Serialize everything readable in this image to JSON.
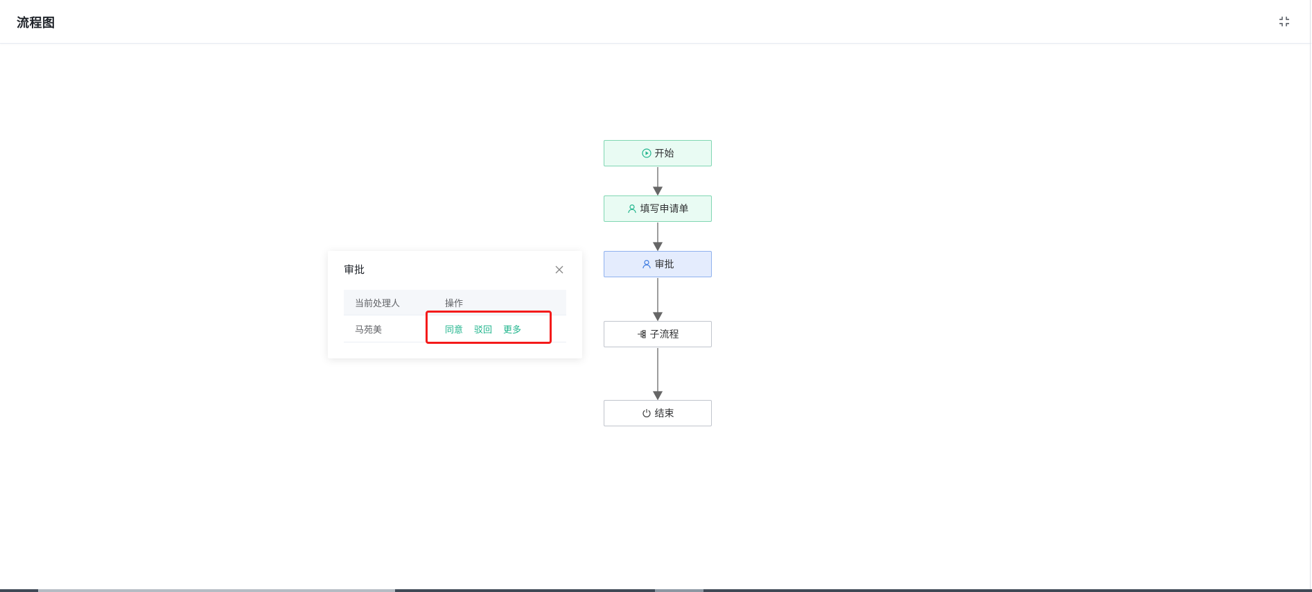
{
  "header": {
    "title": "流程图",
    "fullscreen_icon": "fullscreen-exit-icon"
  },
  "flow": {
    "nodes": [
      {
        "id": "start",
        "label": "开始",
        "icon": "play-circle-icon",
        "status": "done"
      },
      {
        "id": "fill-form",
        "label": "填写申请单",
        "icon": "user-icon",
        "status": "done"
      },
      {
        "id": "approve",
        "label": "审批",
        "icon": "user-icon",
        "status": "active"
      },
      {
        "id": "subprocess",
        "label": "子流程",
        "icon": "subprocess-icon",
        "status": "pending"
      },
      {
        "id": "end",
        "label": "结束",
        "icon": "power-icon",
        "status": "pending"
      }
    ]
  },
  "panel": {
    "title": "审批",
    "columns": [
      "当前处理人",
      "操作"
    ],
    "rows": [
      {
        "handler": "马苑美",
        "actions": [
          "同意",
          "驳回",
          "更多"
        ]
      }
    ]
  },
  "colors": {
    "done_bg": "#e9fbf3",
    "done_border": "#7fd6b2",
    "active_bg": "#e4ecfd",
    "active_border": "#8fb1ee",
    "action_link": "#21b58d",
    "highlight": "#f41a1a"
  }
}
